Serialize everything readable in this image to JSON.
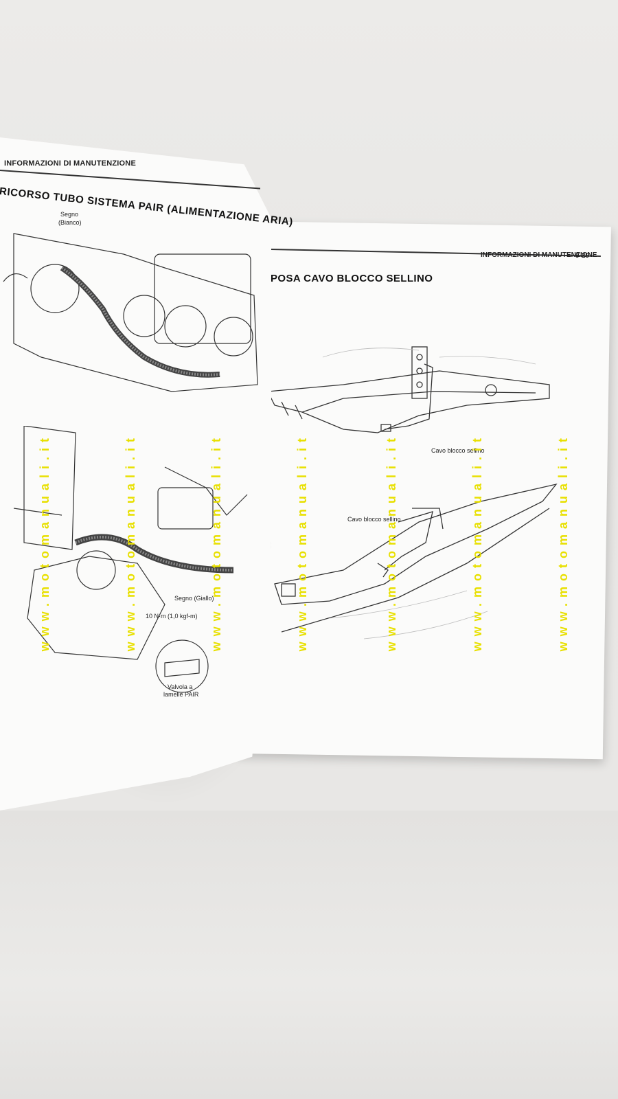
{
  "left_page": {
    "running_head": "INFORMAZIONI DI MANUTENZIONE",
    "title": "RICORSO TUBO SISTEMA PAIR (ALIMENTAZIONE ARIA)",
    "labels": {
      "segno_bianco_1": "Segno",
      "segno_bianco_2": "(Bianco)",
      "segno_giallo": "Segno (Giallo)",
      "torque": "10 N·m (1,0 kgf-m)",
      "valve_1": "Valvola a",
      "valve_2": "lamelle PAIR"
    }
  },
  "right_page": {
    "running_head": "INFORMAZIONI DI MANUTENZIONE",
    "page_number": "9-29",
    "title": "POSA CAVO BLOCCO SELLINO",
    "labels": {
      "cable_1": "Cavo blocco sellino",
      "cable_2": "Cavo blocco sellino"
    }
  },
  "watermark": "www.motomanuali.it",
  "colors": {
    "paper": "#fbfbfa",
    "ink": "#222222",
    "watermark": "#e8e000",
    "background": "#e9e8e6"
  }
}
